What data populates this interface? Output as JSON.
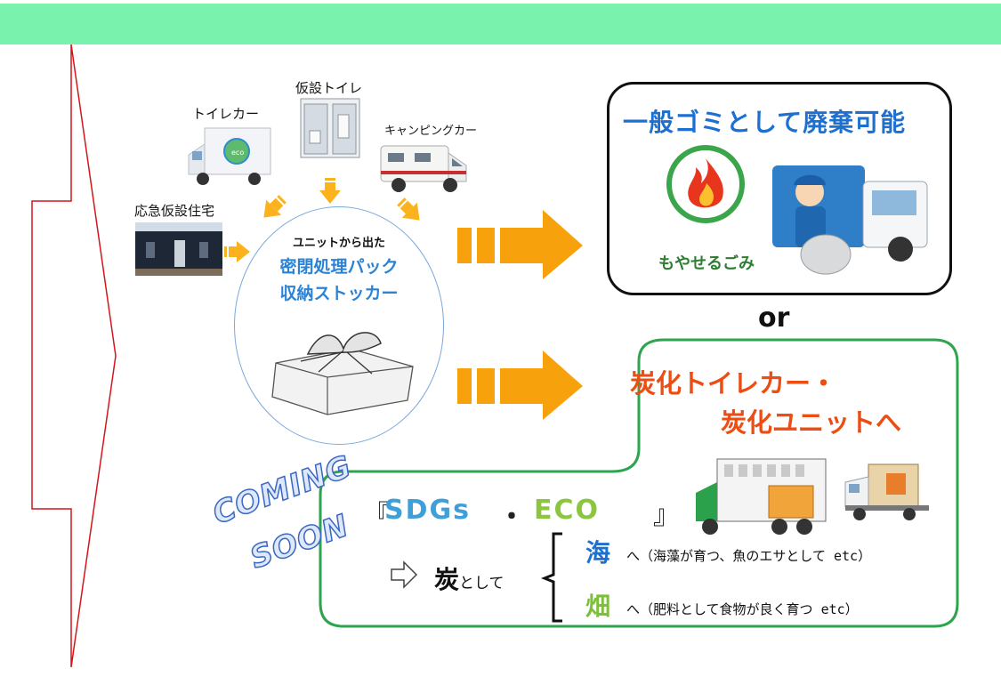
{
  "sources": {
    "toilet_car": "トイレカー",
    "temp_toilet": "仮設トイレ",
    "camping_car": "キャンピングカー",
    "emergency_housing": "応急仮設住宅"
  },
  "circle": {
    "caption": "ユニットから出た",
    "title_line1": "密閉処理パック",
    "title_line2": "収納ストッカー"
  },
  "toilet_car_badge": "eco",
  "option1": {
    "title": "一般ゴミとして廃棄可能",
    "burnable_label": "もやせるごみ"
  },
  "or_label": "or",
  "option2": {
    "title_line1": "炭化トイレカー・",
    "title_line2": "炭化ユニットへ"
  },
  "coming_soon": {
    "line1": "COMING",
    "line2": "SOON"
  },
  "sdgs": {
    "open_bracket": "『",
    "word1": "SDGs",
    "dot": "・",
    "word2": "ECO",
    "close_bracket": "』"
  },
  "charcoal": {
    "main": "炭",
    "suffix": "として",
    "sea_kanji": "海",
    "sea_text": "へ（海藻が育つ、魚のエサとして etc）",
    "field_kanji": "畑",
    "field_text": "へ（肥料として食物が良く育つ etc）"
  },
  "colors": {
    "topbar": "#78f2ad",
    "arrow": "#fbb21c",
    "blue_title": "#1d6fd0",
    "orange_title": "#ec4d12",
    "green_border": "#2ea44f",
    "red_outline": "#d3161c"
  }
}
